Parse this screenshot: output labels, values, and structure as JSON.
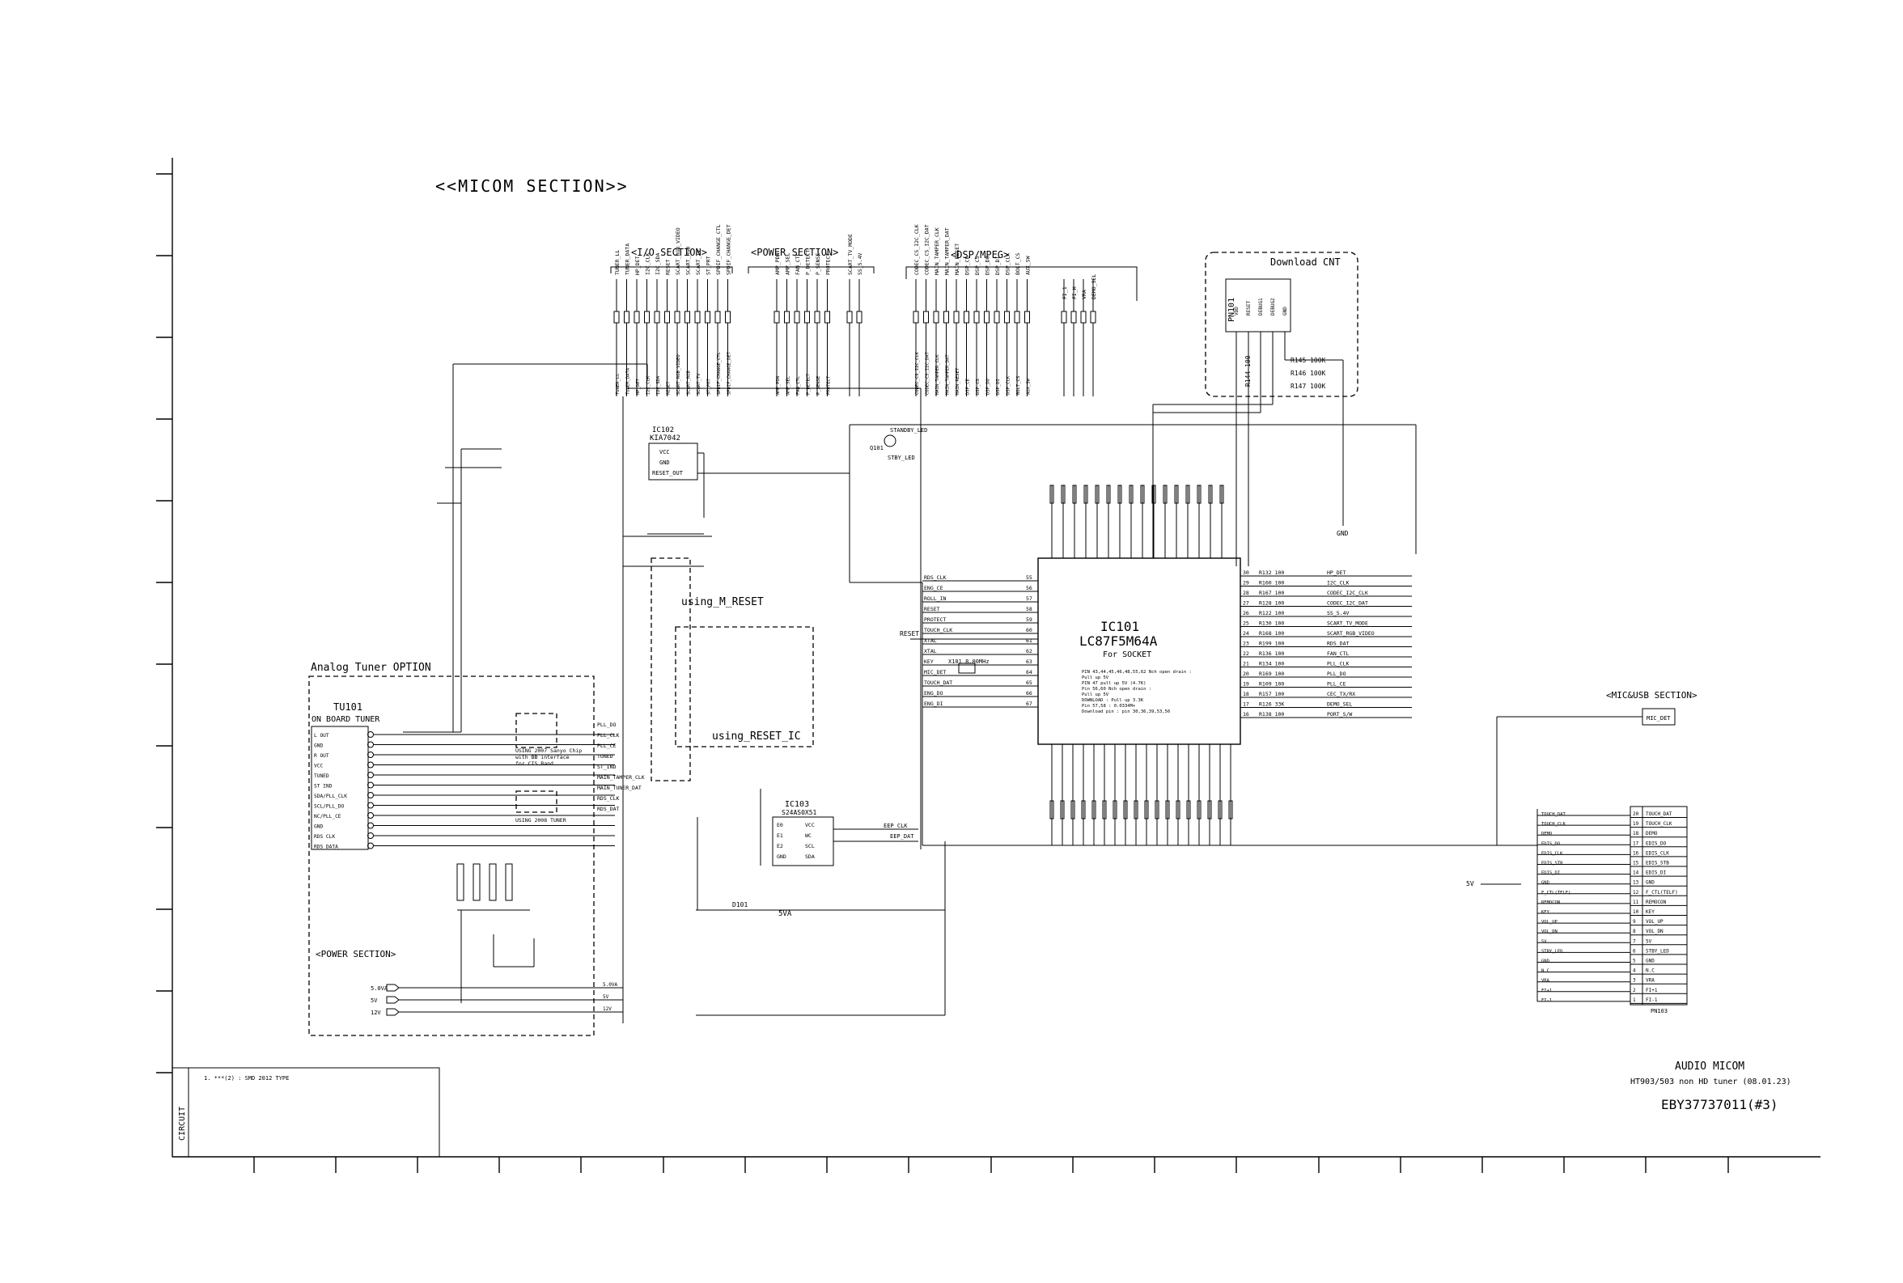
{
  "title": "<<MICOM SECTION>>",
  "sections": {
    "io": "<I/O SECTION>",
    "power": "<POWER SECTION>",
    "dsp": "<DSP/MPEG>",
    "download": "Download CNT",
    "analog_tuner": "Analog Tuner OPTION",
    "tuner_power": "<POWER SECTION>",
    "mic_usb": "<MIC&USB SECTION>",
    "using_m_reset": "using_M_RESET",
    "using_reset_ic": "using_RESET_IC"
  },
  "io_signals": [
    "TUNER_LL",
    "TUNER_DATA",
    "HP_DET",
    "I2C_CLK",
    "I2C_SDA",
    "RESET",
    "SCART_RGB_VIDEO",
    "SCART_RGB",
    "SCART_TV",
    "ST_PRT",
    "SPDIF_CHANGE_CTL",
    "SPDIF_CHANGE_DET"
  ],
  "power_signals": [
    "AMP_PDN",
    "AMP_SEL",
    "FAN_CTL",
    "P_DETECT",
    "P_SENSE",
    "PROTECT"
  ],
  "scart_signals": [
    "SCART_TV_MODE",
    "SS_5.4V"
  ],
  "dsp_signals": [
    "CODEC_CS_I2C_CLK",
    "CODEC_CS_I2C_DAT",
    "MAIN_TAMPER_CLK",
    "MAIN_TAMPER_DAT",
    "MAIN_RESET",
    "DSP_CE",
    "DSP_CS",
    "DSP_DO",
    "DSP_DI",
    "DSP_CLK",
    "BOLT_CS",
    "AUX_SW"
  ],
  "fi_signals": [
    "FI_1",
    "FI_H",
    "VRA",
    "DEMO_SEL"
  ],
  "download_connector": {
    "ref": "PN101",
    "pins": [
      "VDD",
      "RESET",
      "DEBUG1",
      "DEBUG2",
      "GND"
    ],
    "resistors": [
      "R145 100K",
      "R146 100K",
      "R147 100K",
      "R144 100"
    ]
  },
  "ic101": {
    "ref": "IC101",
    "part": "LC87F5M64A",
    "note": "For SOCKET",
    "notes": [
      "PIN 43,44,45,46,48,55,62 Nch open drain :",
      "Pull up 5V",
      "PIN 47 pull up 5V (4.7K)",
      "Pin 56,60 Nch open drain :",
      "Pull up 5V",
      "DOWNLOAD : Pull up 3.3K",
      "Pin 57,58 : 0.0334M+",
      "Download pin : pin 30,36,39,53,56"
    ],
    "left_pins": [
      {
        "no": "55",
        "sig": "RDS_CLK"
      },
      {
        "no": "56",
        "sig": "ENG_CE"
      },
      {
        "no": "57",
        "sig": "ROLL_IN"
      },
      {
        "no": "58",
        "sig": "RESET"
      },
      {
        "no": "59",
        "sig": "PROTECT"
      },
      {
        "no": "60",
        "sig": "TOUCH_CLK"
      },
      {
        "no": "61",
        "sig": "XTAL"
      },
      {
        "no": "62",
        "sig": "XTAL"
      },
      {
        "no": "63",
        "sig": "KEY"
      },
      {
        "no": "64",
        "sig": "MIC_DET"
      },
      {
        "no": "65",
        "sig": "TOUCH_DAT"
      },
      {
        "no": "66",
        "sig": "ENG_DO"
      },
      {
        "no": "67",
        "sig": "ENG_DI"
      }
    ],
    "right_pins": [
      {
        "no": "30",
        "sig": "HP_DET",
        "r": "R132 100"
      },
      {
        "no": "29",
        "sig": "I2C_CLK",
        "r": "R160 100"
      },
      {
        "no": "28",
        "sig": "CODEC_I2C_CLK",
        "r": "R167 100"
      },
      {
        "no": "27",
        "sig": "CODEC_I2C_DAT",
        "r": "R128 100"
      },
      {
        "no": "26",
        "sig": "SS_5.4V",
        "r": "R122 100"
      },
      {
        "no": "25",
        "sig": "SCART_TV_MODE",
        "r": "R130 100"
      },
      {
        "no": "24",
        "sig": "SCART_RGB_VIDEO",
        "r": "R168 100"
      },
      {
        "no": "23",
        "sig": "RDS_DAT",
        "r": "R199 100"
      },
      {
        "no": "22",
        "sig": "FAN_CTL",
        "r": "R136 100"
      },
      {
        "no": "21",
        "sig": "PLL_CLK",
        "r": "R134 100"
      },
      {
        "no": "20",
        "sig": "PLL_DO",
        "r": "R169 100"
      },
      {
        "no": "19",
        "sig": "PLL_CE",
        "r": "R109 100"
      },
      {
        "no": "18",
        "sig": "CEC_TX/RX",
        "r": "R157 100"
      },
      {
        "no": "17",
        "sig": "DEMO_SEL",
        "r": "R126 33K"
      },
      {
        "no": "16",
        "sig": "PORT_S/W",
        "r": "R138 100"
      }
    ]
  },
  "ic102": {
    "ref": "IC102",
    "part": "KIA7042",
    "pins": [
      "VCC",
      "GND",
      "RESET_OUT"
    ]
  },
  "ic103": {
    "ref": "IC103",
    "part": "S24AS0X51",
    "pins": [
      "E0",
      "E1",
      "E2",
      "GND",
      "VCC",
      "WC",
      "SCL",
      "SDA"
    ]
  },
  "tuner": {
    "ref": "TU101",
    "name": "ON BOARD TUNER",
    "pins": [
      "L OUT",
      "GND",
      "R OUT",
      "VCC",
      "TUNED",
      "ST IND",
      "SDA/PLL_CLK",
      "SCL/PLL_DO",
      "NC/PLL_CE",
      "GND",
      "RDS CLK",
      "RDS DATA"
    ],
    "notes": [
      "USING 2007 Sanyo Chip",
      "with BB interface",
      "for CIS Band",
      "USING 2008 TUNER"
    ],
    "signals": [
      "PLL_DO",
      "PLL_CLK",
      "PLL_CE",
      "TUNED",
      "ST_IND",
      "MAIN_TAMPER_CLK",
      "MAIN_TUNER_DAT",
      "RDS_CLK",
      "RDS_DAT"
    ]
  },
  "power_in": [
    {
      "label": "5.0VA",
      "net": "5.0VA"
    },
    {
      "label": "5V",
      "net": "5V"
    },
    {
      "label": "12V",
      "net": "12V"
    }
  ],
  "mic_connector": {
    "ref": "PN103",
    "pins": [
      {
        "no": "20",
        "sig": "TOUCH_DAT"
      },
      {
        "no": "19",
        "sig": "TOUCH_CLK"
      },
      {
        "no": "18",
        "sig": "DEMO"
      },
      {
        "no": "17",
        "sig": "EDIS_DO"
      },
      {
        "no": "16",
        "sig": "EDIS_CLK"
      },
      {
        "no": "15",
        "sig": "EDIS_STB"
      },
      {
        "no": "14",
        "sig": "EDIS_DI"
      },
      {
        "no": "13",
        "sig": "GND"
      },
      {
        "no": "12",
        "sig": "F_CTL(TELF)"
      },
      {
        "no": "11",
        "sig": "REMOCON"
      },
      {
        "no": "10",
        "sig": "KEY"
      },
      {
        "no": "9",
        "sig": "VOL_UP"
      },
      {
        "no": "8",
        "sig": "VOL_DN"
      },
      {
        "no": "7",
        "sig": "5V"
      },
      {
        "no": "6",
        "sig": "STBY_LED"
      },
      {
        "no": "5",
        "sig": "GND"
      },
      {
        "no": "4",
        "sig": "N.C"
      },
      {
        "no": "3",
        "sig": "VRA"
      },
      {
        "no": "2",
        "sig": "FI+1"
      },
      {
        "no": "1",
        "sig": "FI-1"
      }
    ],
    "mic_det": "MIC_DET",
    "five_v": "5V"
  },
  "footnote": "1. ***(2) : SMD 2012 TYPE",
  "side_label": "CIRCUIT",
  "title_block": {
    "name": "AUDIO MICOM",
    "model": "HT903/503 non HD tuner (08.01.23)",
    "doc": "EBY37737011(#3)"
  },
  "misc_labels": {
    "standby_led": "STANDBY_LED",
    "stby_led": "STBY_LED",
    "q_ref": "Q101",
    "xtal": "X101 8.00MHz",
    "gnd": "GND",
    "reset_net": "RESET",
    "five_v_out": "5VA",
    "d_ref": "D101",
    "eep_clk": "EEP_CLK",
    "eep_dat": "EEP_DAT"
  }
}
